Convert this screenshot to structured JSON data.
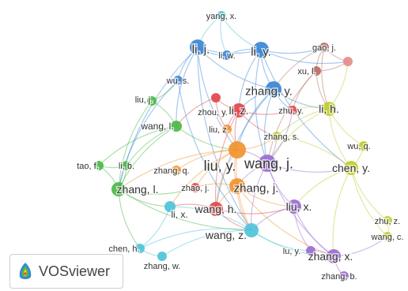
{
  "app": {
    "brand": "VOSviewer",
    "brand_icon": "vosviewer-logo-icon"
  },
  "cluster_colors": {
    "red": "#e2474a",
    "green": "#4bb847",
    "blue": "#3a87d6",
    "yellow": "#bfcd2a",
    "purple": "#9b6dd3",
    "cyan": "#4fc3d9",
    "orange": "#f2922e",
    "brown": "#b56e63",
    "pink": "#e98a8a"
  },
  "network": {
    "nodes": [
      {
        "id": "yang_x",
        "label": "yang, x.",
        "cluster": "cyan",
        "weight": 1
      },
      {
        "id": "li_j",
        "label": "li, j.",
        "cluster": "blue",
        "weight": 4
      },
      {
        "id": "li_w",
        "label": "li, w.",
        "cluster": "blue",
        "weight": 1
      },
      {
        "id": "li_y",
        "label": "li, y.",
        "cluster": "blue",
        "weight": 4
      },
      {
        "id": "gao_j",
        "label": "gao, j.",
        "cluster": "brown",
        "weight": 1
      },
      {
        "id": "xu_l",
        "label": "xu, l.",
        "cluster": "brown",
        "weight": 1
      },
      {
        "id": "wu_s",
        "label": "wu, s.",
        "cluster": "blue",
        "weight": 1
      },
      {
        "id": "zhang_y",
        "label": "zhang, y.",
        "cluster": "blue",
        "weight": 4
      },
      {
        "id": "liu_j",
        "label": "liu, j.",
        "cluster": "green",
        "weight": 1
      },
      {
        "id": "li_h",
        "label": "li, h.",
        "cluster": "yellow",
        "weight": 3
      },
      {
        "id": "zhou_y",
        "label": "zhou, y.",
        "cluster": "red",
        "weight": 1
      },
      {
        "id": "li_z",
        "label": "li, z.",
        "cluster": "red",
        "weight": 3
      },
      {
        "id": "zhu_y",
        "label": "zhu, y.",
        "cluster": "red",
        "weight": 1
      },
      {
        "id": "wang_l",
        "label": "wang, l.",
        "cluster": "green",
        "weight": 2
      },
      {
        "id": "liu_z",
        "label": "liu, z.",
        "cluster": "orange",
        "weight": 1
      },
      {
        "id": "zhang_s",
        "label": "zhang, s.",
        "cluster": "yellow",
        "weight": 1
      },
      {
        "id": "wu_q",
        "label": "wu, q.",
        "cluster": "yellow",
        "weight": 1
      },
      {
        "id": "wang_j",
        "label": "wang, j.",
        "cluster": "purple",
        "weight": 5
      },
      {
        "id": "chen_y",
        "label": "chen, y.",
        "cluster": "yellow",
        "weight": 3
      },
      {
        "id": "tao_f",
        "label": "tao, f.",
        "cluster": "green",
        "weight": 1
      },
      {
        "id": "li_b",
        "label": "li, b.",
        "cluster": "green",
        "weight": 1
      },
      {
        "id": "zhang_q",
        "label": "zhang, q.",
        "cluster": "orange",
        "weight": 1
      },
      {
        "id": "liu_y",
        "label": "liu, y.",
        "cluster": "orange",
        "weight": 5
      },
      {
        "id": "zhang_l",
        "label": "zhang, l.",
        "cluster": "green",
        "weight": 3
      },
      {
        "id": "zhao_j",
        "label": "zhao, j.",
        "cluster": "red",
        "weight": 1
      },
      {
        "id": "zhang_j",
        "label": "zhang, j.",
        "cluster": "orange",
        "weight": 4
      },
      {
        "id": "liu_x",
        "label": "liu, x.",
        "cluster": "purple",
        "weight": 3
      },
      {
        "id": "li_x",
        "label": "li, x.",
        "cluster": "cyan",
        "weight": 2
      },
      {
        "id": "wang_h",
        "label": "wang, h.",
        "cluster": "red",
        "weight": 3
      },
      {
        "id": "zhu_z",
        "label": "zhu, z.",
        "cluster": "yellow",
        "weight": 1
      },
      {
        "id": "wang_c",
        "label": "wang, c.",
        "cluster": "yellow",
        "weight": 1
      },
      {
        "id": "wang_z",
        "label": "wang, z.",
        "cluster": "cyan",
        "weight": 3
      },
      {
        "id": "chen_h",
        "label": "chen, h.",
        "cluster": "cyan",
        "weight": 1
      },
      {
        "id": "lu_y",
        "label": "lu, y.",
        "cluster": "purple",
        "weight": 1
      },
      {
        "id": "zhang_x",
        "label": "zhang, x.",
        "cluster": "purple",
        "weight": 3
      },
      {
        "id": "zhang_w",
        "label": "zhang, w.",
        "cluster": "cyan",
        "weight": 1
      },
      {
        "id": "zhang_b",
        "label": "zhang, b.",
        "cluster": "purple",
        "weight": 1
      },
      {
        "id": "hub_pink",
        "label": "",
        "cluster": "pink",
        "weight": 1
      }
    ],
    "links": [
      [
        "yang_x",
        "li_y"
      ],
      [
        "yang_x",
        "li_j"
      ],
      [
        "yang_x",
        "li_w"
      ],
      [
        "li_j",
        "li_y"
      ],
      [
        "li_j",
        "li_w"
      ],
      [
        "li_j",
        "wu_s"
      ],
      [
        "li_j",
        "zhang_y"
      ],
      [
        "li_j",
        "liu_y"
      ],
      [
        "li_j",
        "wang_l"
      ],
      [
        "li_j",
        "zhang_l"
      ],
      [
        "li_j",
        "wang_z"
      ],
      [
        "li_y",
        "zhang_y"
      ],
      [
        "li_y",
        "li_w"
      ],
      [
        "li_y",
        "wang_j"
      ],
      [
        "li_y",
        "gao_j"
      ],
      [
        "li_y",
        "chen_y"
      ],
      [
        "li_y",
        "li_z"
      ],
      [
        "li_y",
        "hub_pink"
      ],
      [
        "gao_j",
        "xu_l"
      ],
      [
        "gao_j",
        "li_h"
      ],
      [
        "gao_j",
        "hub_pink"
      ],
      [
        "gao_j",
        "zhang_y"
      ],
      [
        "xu_l",
        "li_h"
      ],
      [
        "xu_l",
        "zhu_y"
      ],
      [
        "xu_l",
        "wang_j"
      ],
      [
        "xu_l",
        "hub_pink"
      ],
      [
        "zhang_y",
        "li_z"
      ],
      [
        "zhang_y",
        "zhu_y"
      ],
      [
        "zhang_y",
        "liu_y"
      ],
      [
        "zhang_y",
        "wang_j"
      ],
      [
        "zhang_y",
        "wang_h"
      ],
      [
        "zhang_y",
        "li_h"
      ],
      [
        "li_h",
        "chen_y"
      ],
      [
        "li_h",
        "zhu_y"
      ],
      [
        "li_h",
        "wang_j"
      ],
      [
        "li_h",
        "zhang_s"
      ],
      [
        "li_h",
        "wu_q"
      ],
      [
        "li_h",
        "hub_pink"
      ],
      [
        "zhou_y",
        "li_z"
      ],
      [
        "zhou_y",
        "liu_z"
      ],
      [
        "zhou_y",
        "wang_l"
      ],
      [
        "li_z",
        "liu_z"
      ],
      [
        "li_z",
        "zhang_s"
      ],
      [
        "li_z",
        "liu_y"
      ],
      [
        "li_z",
        "wang_h"
      ],
      [
        "li_z",
        "zhu_y"
      ],
      [
        "wang_l",
        "liu_j"
      ],
      [
        "wang_l",
        "liu_y"
      ],
      [
        "wang_l",
        "zhang_l"
      ],
      [
        "wang_l",
        "tao_f"
      ],
      [
        "wang_l",
        "li_b"
      ],
      [
        "liu_j",
        "zhang_l"
      ],
      [
        "liu_j",
        "wu_s"
      ],
      [
        "wang_j",
        "liu_y"
      ],
      [
        "wang_j",
        "zhang_j"
      ],
      [
        "wang_j",
        "chen_y"
      ],
      [
        "wang_j",
        "liu_x"
      ],
      [
        "wang_j",
        "zhang_s"
      ],
      [
        "wang_j",
        "zhang_x"
      ],
      [
        "wang_j",
        "wang_z"
      ],
      [
        "wang_j",
        "zhu_y"
      ],
      [
        "chen_y",
        "wu_q"
      ],
      [
        "chen_y",
        "zhu_z"
      ],
      [
        "chen_y",
        "wang_c"
      ],
      [
        "chen_y",
        "zhang_x"
      ],
      [
        "chen_y",
        "liu_x"
      ],
      [
        "chen_y",
        "zhang_s"
      ],
      [
        "liu_y",
        "zhang_q"
      ],
      [
        "liu_y",
        "zhang_j"
      ],
      [
        "liu_y",
        "zhang_l"
      ],
      [
        "liu_y",
        "zhao_j"
      ],
      [
        "liu_y",
        "wang_h"
      ],
      [
        "liu_y",
        "li_x"
      ],
      [
        "liu_y",
        "wang_z"
      ],
      [
        "liu_y",
        "zhang_s"
      ],
      [
        "liu_y",
        "liu_z"
      ],
      [
        "zhang_l",
        "li_b"
      ],
      [
        "zhang_l",
        "tao_f"
      ],
      [
        "zhang_l",
        "li_x"
      ],
      [
        "zhang_l",
        "wang_z"
      ],
      [
        "zhang_l",
        "zhao_j"
      ],
      [
        "zhang_l",
        "chen_h"
      ],
      [
        "zhang_j",
        "wang_h"
      ],
      [
        "zhang_j",
        "liu_x"
      ],
      [
        "zhang_j",
        "zhang_x"
      ],
      [
        "zhang_j",
        "wang_z"
      ],
      [
        "zhang_j",
        "zhao_j"
      ],
      [
        "wang_h",
        "li_x"
      ],
      [
        "wang_h",
        "wang_z"
      ],
      [
        "wang_h",
        "liu_x"
      ],
      [
        "liu_x",
        "zhang_x"
      ],
      [
        "liu_x",
        "wang_z"
      ],
      [
        "liu_x",
        "lu_y"
      ],
      [
        "wang_z",
        "chen_h"
      ],
      [
        "wang_z",
        "zhang_w"
      ],
      [
        "wang_z",
        "zhang_x"
      ],
      [
        "wang_z",
        "lu_y"
      ],
      [
        "wang_z",
        "li_x"
      ],
      [
        "zhang_x",
        "zhang_b"
      ],
      [
        "zhang_x",
        "lu_y"
      ],
      [
        "zhang_x",
        "wang_c"
      ],
      [
        "wang_c",
        "zhu_z"
      ],
      [
        "chen_h",
        "zhang_w"
      ],
      [
        "chen_h",
        "li_x"
      ],
      [
        "tao_f",
        "li_b"
      ],
      [
        "wu_s",
        "zhang_l"
      ],
      [
        "wu_s",
        "wang_z"
      ]
    ]
  }
}
